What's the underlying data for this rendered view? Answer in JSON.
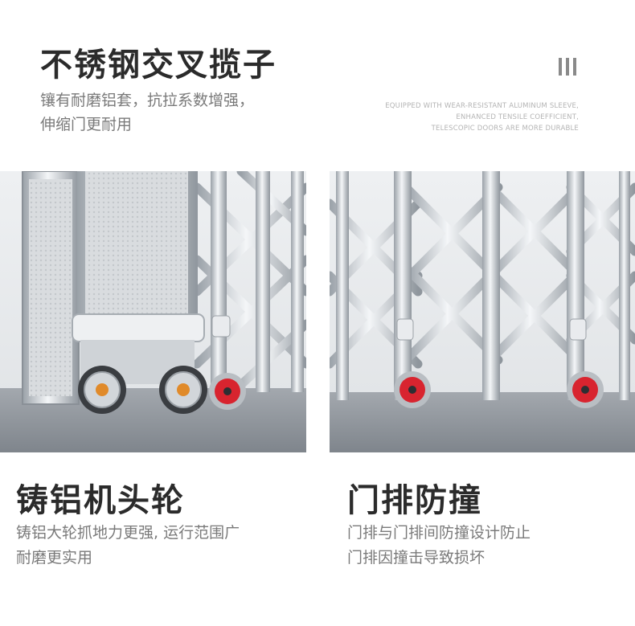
{
  "header": {
    "title": "不锈钢交叉揽子",
    "subtitle_lines": [
      "镶有耐磨铝套，抗拉系数增强，",
      "伸缩门更耐用"
    ],
    "en_caption_lines": [
      "EQUIPPED WITH WEAR-RESISTANT ALUMINUM SLEEVE,",
      "ENHANCED TENSILE COEFFICIENT,",
      "TELESCOPIC DOORS ARE MORE DURABLE"
    ]
  },
  "features": [
    {
      "title": "铸铝机头轮",
      "desc_lines": [
        "铸铝大轮抓地力更强, 运行范围广",
        "耐磨更实用"
      ]
    },
    {
      "title": "门排防撞",
      "desc_lines": [
        "门排与门排间防撞设计防止",
        "门排因撞击导致损坏"
      ]
    }
  ],
  "colors": {
    "title": "#2b2b2b",
    "text": "#7a7a7a",
    "wheel_accent": "#d8242f",
    "steel": "#c9ced3",
    "ground": "#8e949b"
  }
}
